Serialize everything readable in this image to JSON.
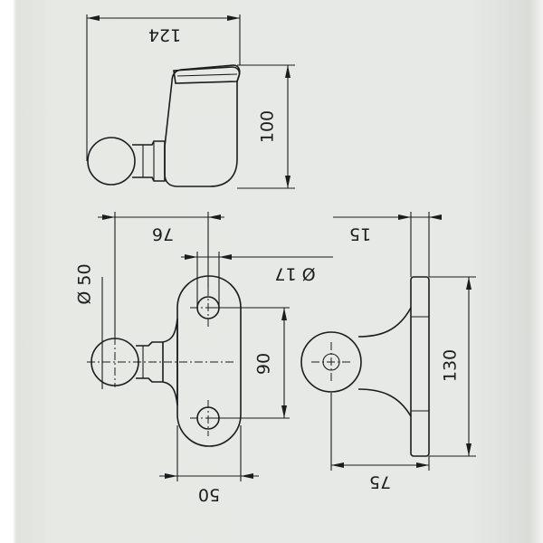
{
  "dimensions": {
    "overall_length": "124",
    "height_top_view": "100",
    "center_to_plate": "76",
    "ball_diameter": "Ø 50",
    "hole_diameter": "Ø 17",
    "hole_spacing": "90",
    "plate_width": "50",
    "flange_thickness": "15",
    "flange_height": "130",
    "depth": "75"
  },
  "colors": {
    "line": "#1c1c1c",
    "paper": "#e6e9e5"
  }
}
